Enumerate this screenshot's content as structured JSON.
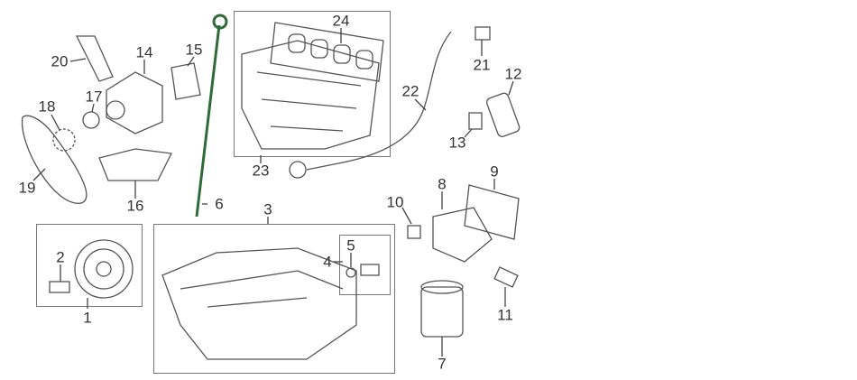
{
  "diagram": {
    "highlight_color": "#2f6b3a",
    "line_color": "#555555",
    "callouts": [
      {
        "id": "1",
        "label": "1"
      },
      {
        "id": "2",
        "label": "2"
      },
      {
        "id": "3",
        "label": "3"
      },
      {
        "id": "4",
        "label": "4"
      },
      {
        "id": "5",
        "label": "5"
      },
      {
        "id": "6",
        "label": "6"
      },
      {
        "id": "7",
        "label": "7"
      },
      {
        "id": "8",
        "label": "8"
      },
      {
        "id": "9",
        "label": "9"
      },
      {
        "id": "10",
        "label": "10"
      },
      {
        "id": "11",
        "label": "11"
      },
      {
        "id": "12",
        "label": "12"
      },
      {
        "id": "13",
        "label": "13"
      },
      {
        "id": "14",
        "label": "14"
      },
      {
        "id": "15",
        "label": "15"
      },
      {
        "id": "16",
        "label": "16"
      },
      {
        "id": "17",
        "label": "17"
      },
      {
        "id": "18",
        "label": "18"
      },
      {
        "id": "19",
        "label": "19"
      },
      {
        "id": "20",
        "label": "20"
      },
      {
        "id": "21",
        "label": "21"
      },
      {
        "id": "22",
        "label": "22"
      },
      {
        "id": "23",
        "label": "23"
      },
      {
        "id": "24",
        "label": "24"
      }
    ]
  }
}
